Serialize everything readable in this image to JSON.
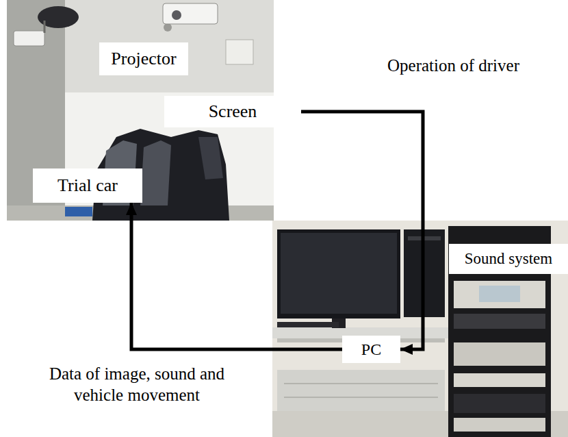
{
  "diagram": {
    "nodes": [
      {
        "text": [
          "Projector"
        ]
      },
      {
        "text": [
          "Screen"
        ]
      },
      {
        "text": [
          "Trial car"
        ]
      },
      {
        "text": [
          "PC"
        ]
      },
      {
        "text": [
          "Sound system"
        ]
      }
    ],
    "edges": [
      {
        "from": 1,
        "to": 3,
        "arrow": "to",
        "label": "Operation of driver"
      },
      {
        "from": 3,
        "to": 2,
        "arrow": "to",
        "label": "Data of image, sound and vehicle movement"
      }
    ]
  }
}
